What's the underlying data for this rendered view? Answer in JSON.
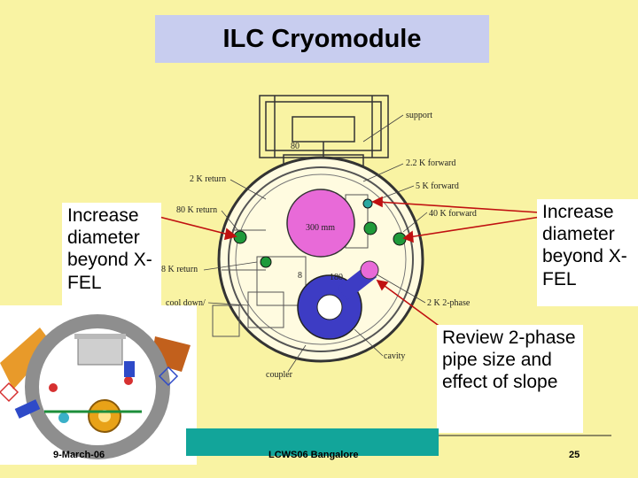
{
  "title": "ILC Cryomodule",
  "callouts": {
    "left": "Increase diameter beyond X-FEL",
    "right": "Increase diameter beyond X-FEL",
    "review": "Review 2-phase pipe size and effect of slope"
  },
  "diagram_labels": {
    "support": "support",
    "k22_forward": "2.2 K forward",
    "k5_forward": "5 K forward",
    "k40_forward": "40 K forward",
    "k2_return": "2 K return",
    "k80_return": "80 K return",
    "k8_return": "8 K return",
    "cool_down": "cool down/",
    "mm300": "300 mm",
    "k2_phase": "2 K 2-phase",
    "cavity": "cavity",
    "coupler": "coupler",
    "mark_80": "80",
    "mark_8": "8",
    "mark_180": "180"
  },
  "footer": {
    "date": "9-March-06",
    "event": "LCWS06 Bangalore",
    "page": "25"
  },
  "colors": {
    "background": "#f9f3a3",
    "title_box": "#c8cdef",
    "big_pipe": "#e86ad8",
    "two_phase_pipe": "#3d3cc4",
    "small_pipe": "#1f9a3a",
    "arrow": "#c01010",
    "footer_bar": "#12a59a"
  }
}
